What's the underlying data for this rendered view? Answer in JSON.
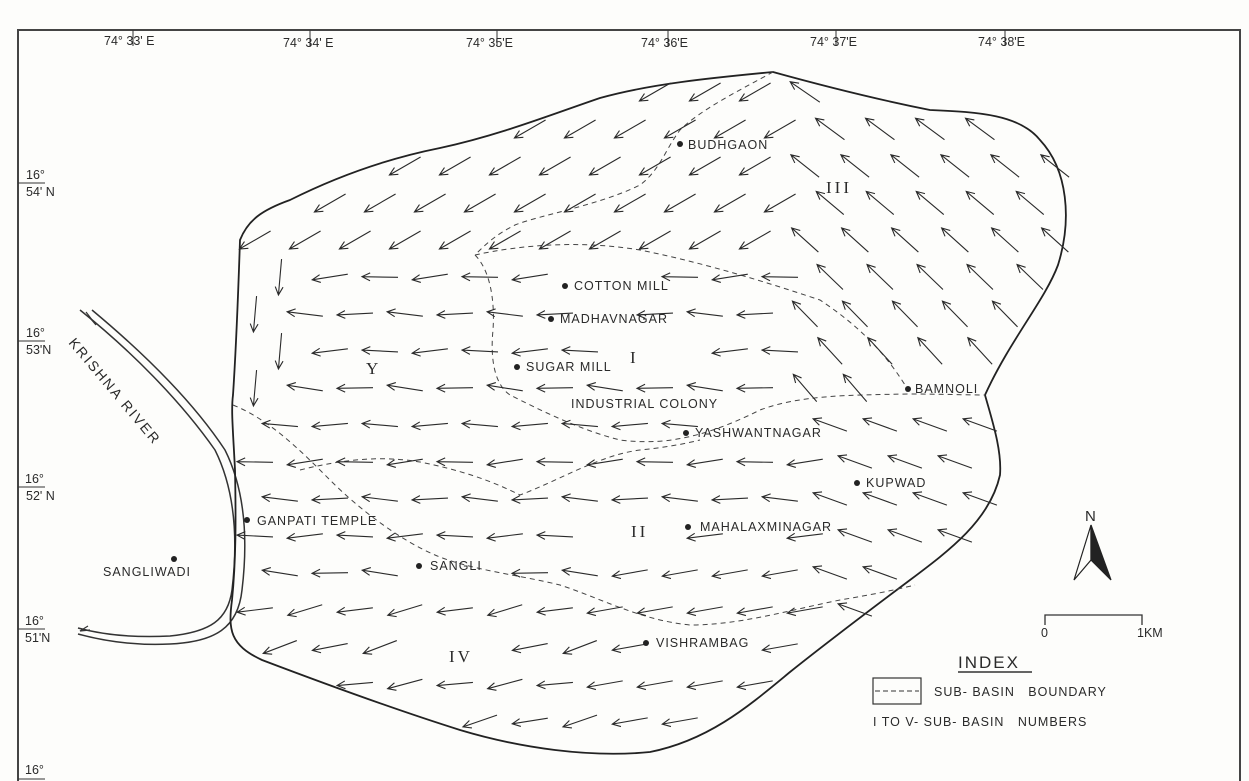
{
  "title": "Sub-basin drainage flow map",
  "longitudes": [
    "74° 33' E",
    "74° 34' E",
    "74° 35'E",
    "74° 36'E",
    "74° 37'E",
    "74° 38'E"
  ],
  "latitudes": [
    {
      "deg": "16°",
      "min": "54' N"
    },
    {
      "deg": "16°",
      "min": "53'N"
    },
    {
      "deg": "16°",
      "min": "52' N"
    },
    {
      "deg": "16°",
      "min": "51'N"
    },
    {
      "deg": "16°",
      "min": ""
    }
  ],
  "river": "KRISHNA RIVER",
  "places": {
    "budhgaon": "BUDHGAON",
    "cotton_mill": "COTTON MILL",
    "madhavnagar": "MADHAVNAGAR",
    "sugar_mill": "SUGAR MILL",
    "industrial_colony": "INDUSTRIAL COLONY",
    "yashwantnagar": "YASHWANTNAGAR",
    "bamnoli": "BAMNOLI",
    "kupwad": "KUPWAD",
    "mahalaxminagar": "MAHALAXMINAGAR",
    "ganpati_temple": "GANPATI TEMPLE",
    "sangli": "SANGLI",
    "sangliwadi": "SANGLIWADI",
    "vishrambag": "VISHRAMBAG"
  },
  "sub_basins": {
    "i": "I",
    "ii": "II",
    "iii": "III",
    "iv": "IV",
    "v": "Y"
  },
  "north_label": "N",
  "scale": {
    "start": "0",
    "end": "1KM"
  },
  "index": {
    "title": "INDEX",
    "boundary": "SUB- BASIN   BOUNDARY",
    "numbers": "I TO V- SUB- BASIN   NUMBERS"
  }
}
